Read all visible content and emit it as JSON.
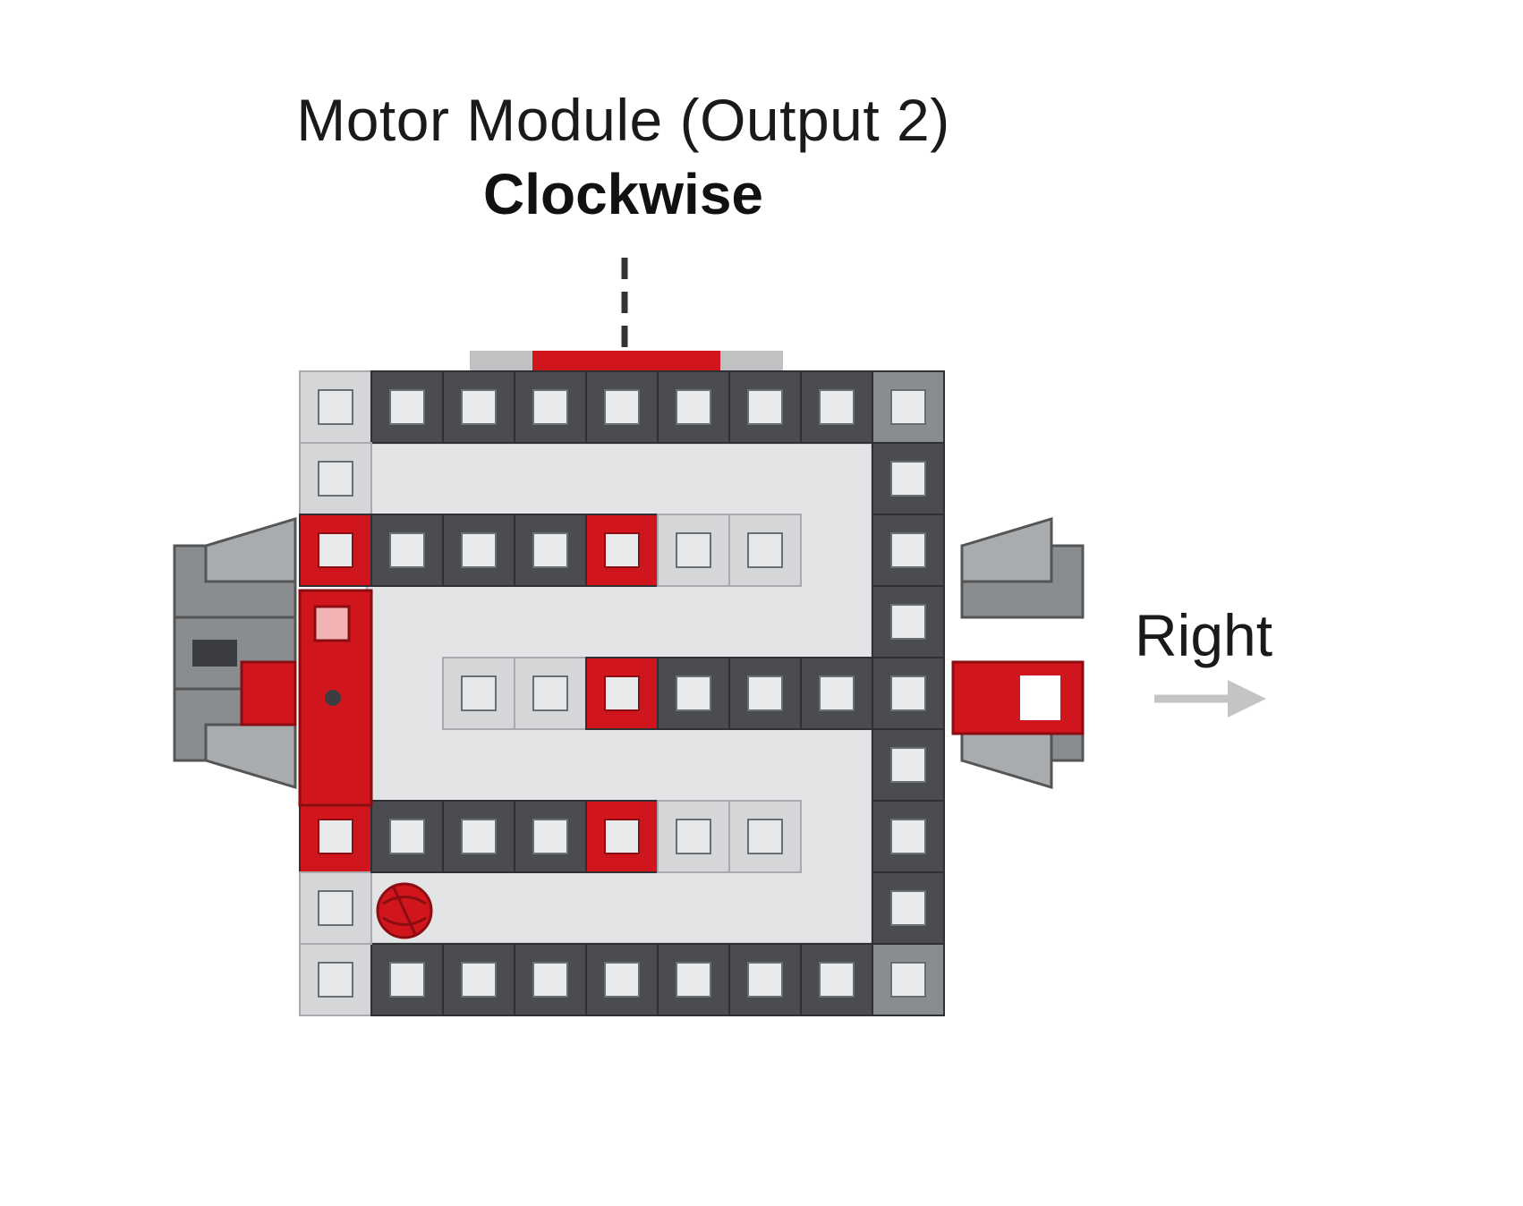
{
  "diagram": {
    "module_title": "Motor Module (Output 2)",
    "direction": "Clockwise",
    "movement_label": "Right"
  },
  "colors": {
    "dark_gray": "#4a4c4f",
    "light_gray": "#d4d6d8",
    "mid_gray": "#8a8d90",
    "red": "#d0161c",
    "arrow": "#c3c4c6",
    "panel": "#e2e4e6"
  }
}
